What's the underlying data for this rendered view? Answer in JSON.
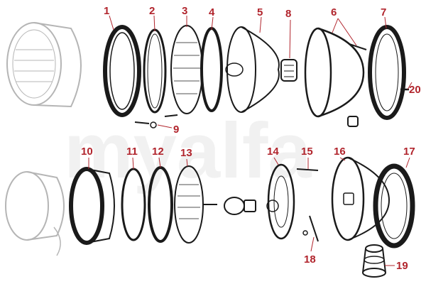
{
  "watermark": "myalfa",
  "colors": {
    "callout": "#b1242c",
    "ink": "#1a1a1a",
    "ghost": "#b5b5b5",
    "watermark": "#ececec"
  },
  "callouts": [
    "1",
    "2",
    "3",
    "4",
    "5",
    "6",
    "7",
    "8",
    "9",
    "10",
    "11",
    "12",
    "13",
    "14",
    "15",
    "16",
    "17",
    "18",
    "19",
    "20"
  ]
}
